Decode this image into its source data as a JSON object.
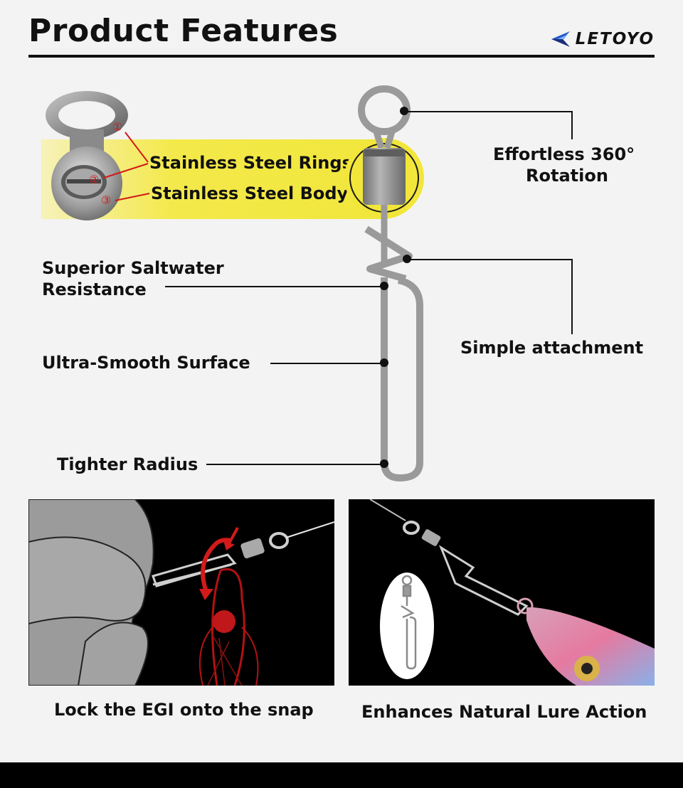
{
  "header": {
    "title": "Product Features",
    "brand": "LETOYO"
  },
  "inset": {
    "markers": [
      "①",
      "②",
      "③"
    ],
    "labels": [
      "Stainless Steel Rings",
      "Stainless Steel Body"
    ]
  },
  "features": {
    "rotation": [
      "Effortless 360°",
      "Rotation"
    ],
    "saltwater": [
      "Superior Saltwater",
      "Resistance"
    ],
    "attachment": "Simple attachment",
    "surface": "Ultra-Smooth Surface",
    "radius": "Tighter Radius"
  },
  "panels": {
    "left_caption": "Lock the EGI onto the snap",
    "right_caption": "Enhances Natural Lure Action"
  },
  "colors": {
    "highlight": "#f2e63a",
    "steel": "#9a9a9a",
    "accent_red": "#d21a1a",
    "brand_blue": "#2557c8"
  }
}
